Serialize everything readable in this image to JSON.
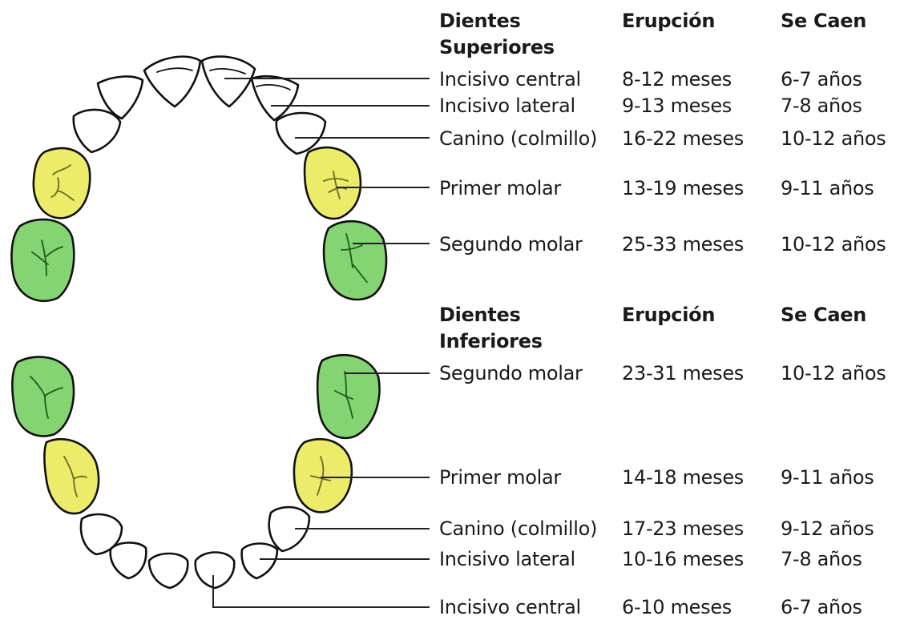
{
  "colors": {
    "first_molar": "#ecec6a",
    "second_molar": "#84d474",
    "outline": "#111111",
    "line": "#222222"
  },
  "upper": {
    "header": {
      "teeth_line1": "Dientes",
      "teeth_line2": "Superiores",
      "eruption": "Erupción",
      "fall": "Se Caen"
    },
    "rows": [
      {
        "name": "Incisivo central",
        "eruption": "8-12 meses",
        "fall": "6-7 años"
      },
      {
        "name": "Incisivo lateral",
        "eruption": "9-13 meses",
        "fall": "7-8 años"
      },
      {
        "name": "Canino (colmillo)",
        "eruption": "16-22 meses",
        "fall": "10-12 años"
      },
      {
        "name": "Primer molar",
        "eruption": "13-19 meses",
        "fall": "9-11 años"
      },
      {
        "name": "Segundo molar",
        "eruption": "25-33 meses",
        "fall": "10-12 años"
      }
    ]
  },
  "lower": {
    "header": {
      "teeth_line1": "Dientes",
      "teeth_line2": "Inferiores",
      "eruption": "Erupción",
      "fall": "Se Caen"
    },
    "rows": [
      {
        "name": "Segundo molar",
        "eruption": "23-31 meses",
        "fall": "10-12 años"
      },
      {
        "name": "Primer molar",
        "eruption": "14-18 meses",
        "fall": "9-11 años"
      },
      {
        "name": "Canino (colmillo)",
        "eruption": "17-23 meses",
        "fall": "9-12 años"
      },
      {
        "name": "Incisivo lateral",
        "eruption": "10-16 meses",
        "fall": "7-8 años"
      },
      {
        "name": "Incisivo central",
        "eruption": "6-10 meses",
        "fall": "6-7 años"
      }
    ]
  }
}
